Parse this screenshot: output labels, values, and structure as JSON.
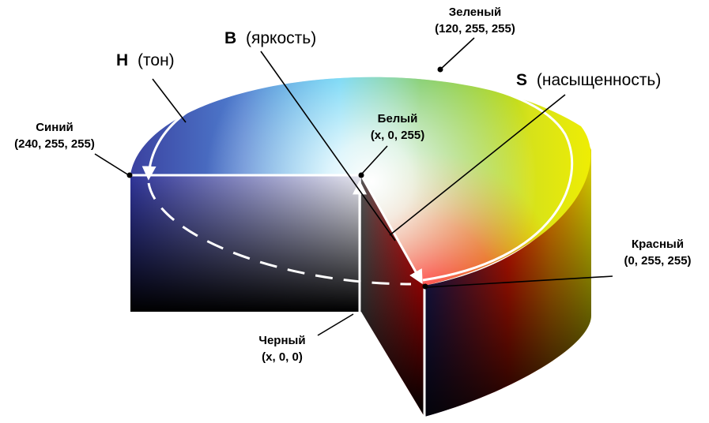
{
  "axes": {
    "hue": {
      "letter": "H",
      "name": "(тон)"
    },
    "brightness": {
      "letter": "B",
      "name": "(яркость)"
    },
    "saturation": {
      "letter": "S",
      "name": "(насыщенность)"
    }
  },
  "points": {
    "green": {
      "name": "Зеленый",
      "value": "(120, 255, 255)"
    },
    "blue": {
      "name": "Синий",
      "value": "(240, 255, 255)"
    },
    "white": {
      "name": "Белый",
      "value": "(x, 0, 255)"
    },
    "red": {
      "name": "Красный",
      "value": "(0, 255, 255)"
    },
    "black": {
      "name": "Черный",
      "value": "(x, 0, 0)"
    }
  },
  "colors": {
    "red": "#ff0000",
    "orange": "#ff8c00",
    "yellow": "#f2ef00",
    "green": "#4cb82e",
    "cyan": "#2ec3f0",
    "blue": "#3a3f9e",
    "white": "#ffffff",
    "black": "#000000"
  }
}
